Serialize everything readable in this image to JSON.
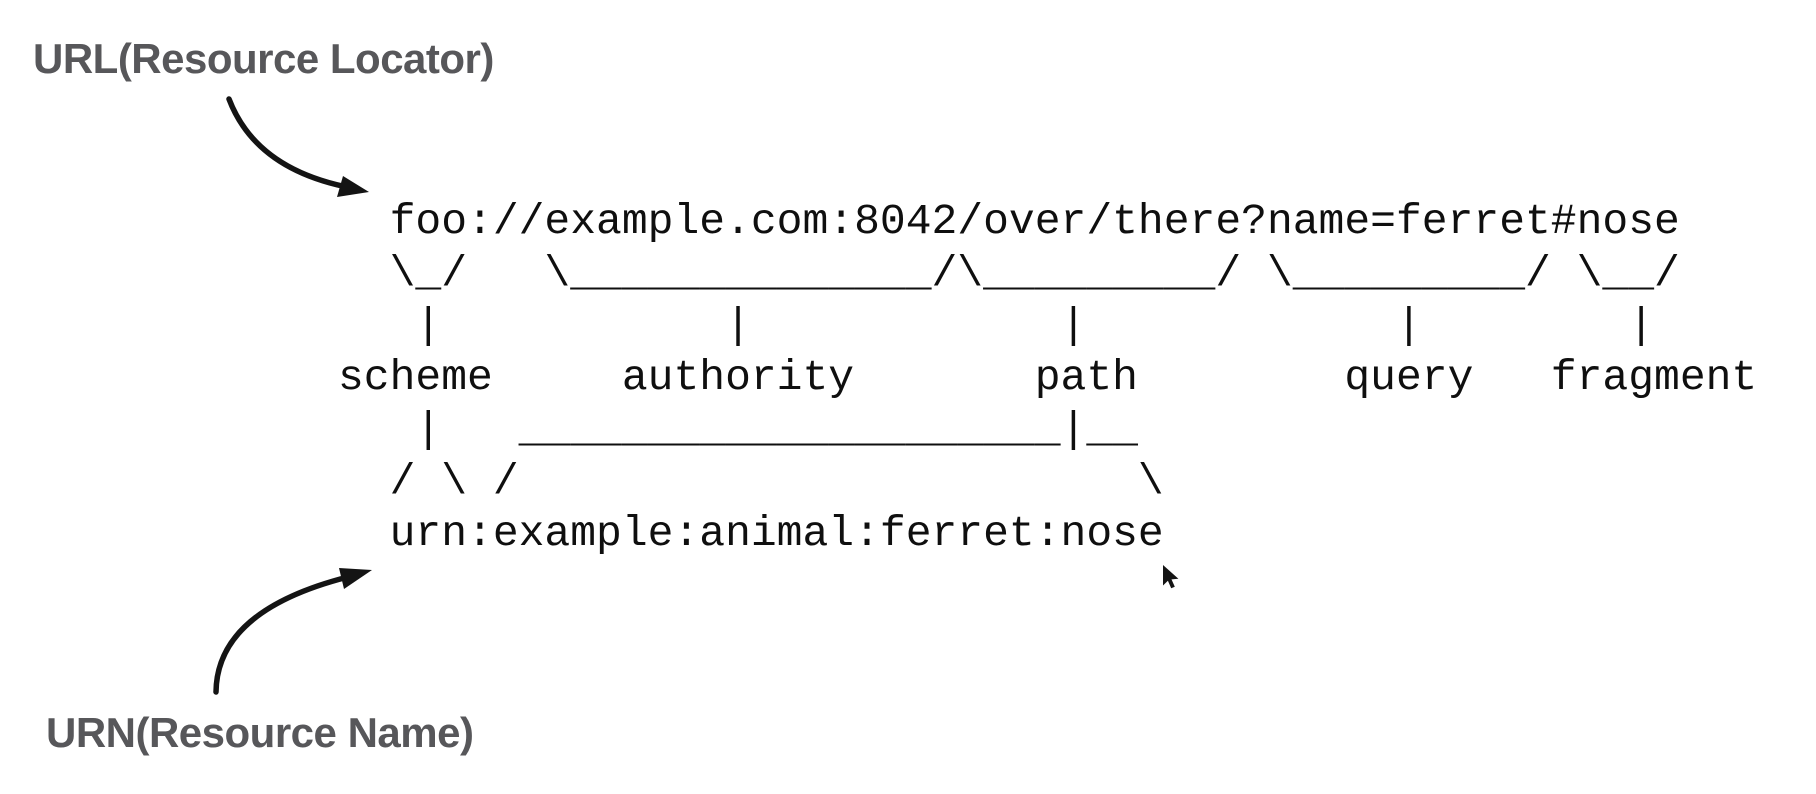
{
  "annotations": {
    "url_label": "URL(Resource Locator)",
    "urn_label": "URN(Resource Name)",
    "label_color": "#57575a"
  },
  "diagram": {
    "type": "uri-structure-ascii",
    "uri_example": "foo://example.com:8042/over/there?name=ferret#nose",
    "urn_example": "urn:example:animal:ferret:nose",
    "components": [
      {
        "name": "scheme",
        "value": "foo"
      },
      {
        "name": "authority",
        "value": "example.com:8042"
      },
      {
        "name": "path",
        "value": "/over/there"
      },
      {
        "name": "query",
        "value": "name=ferret"
      },
      {
        "name": "fragment",
        "value": "nose"
      }
    ],
    "ink_color": "#0f0f0f",
    "ascii_lines": [
      "  foo://example.com:8042/over/there?name=ferret#nose",
      "  \\_/   \\______________/\\_________/ \\_________/ \\__/",
      "   |           |            |            |        |",
      "scheme     authority       path        query   fragment",
      "   |   _____________________|__",
      "  / \\ /                        \\",
      "  urn:example:animal:ferret:nose"
    ]
  }
}
